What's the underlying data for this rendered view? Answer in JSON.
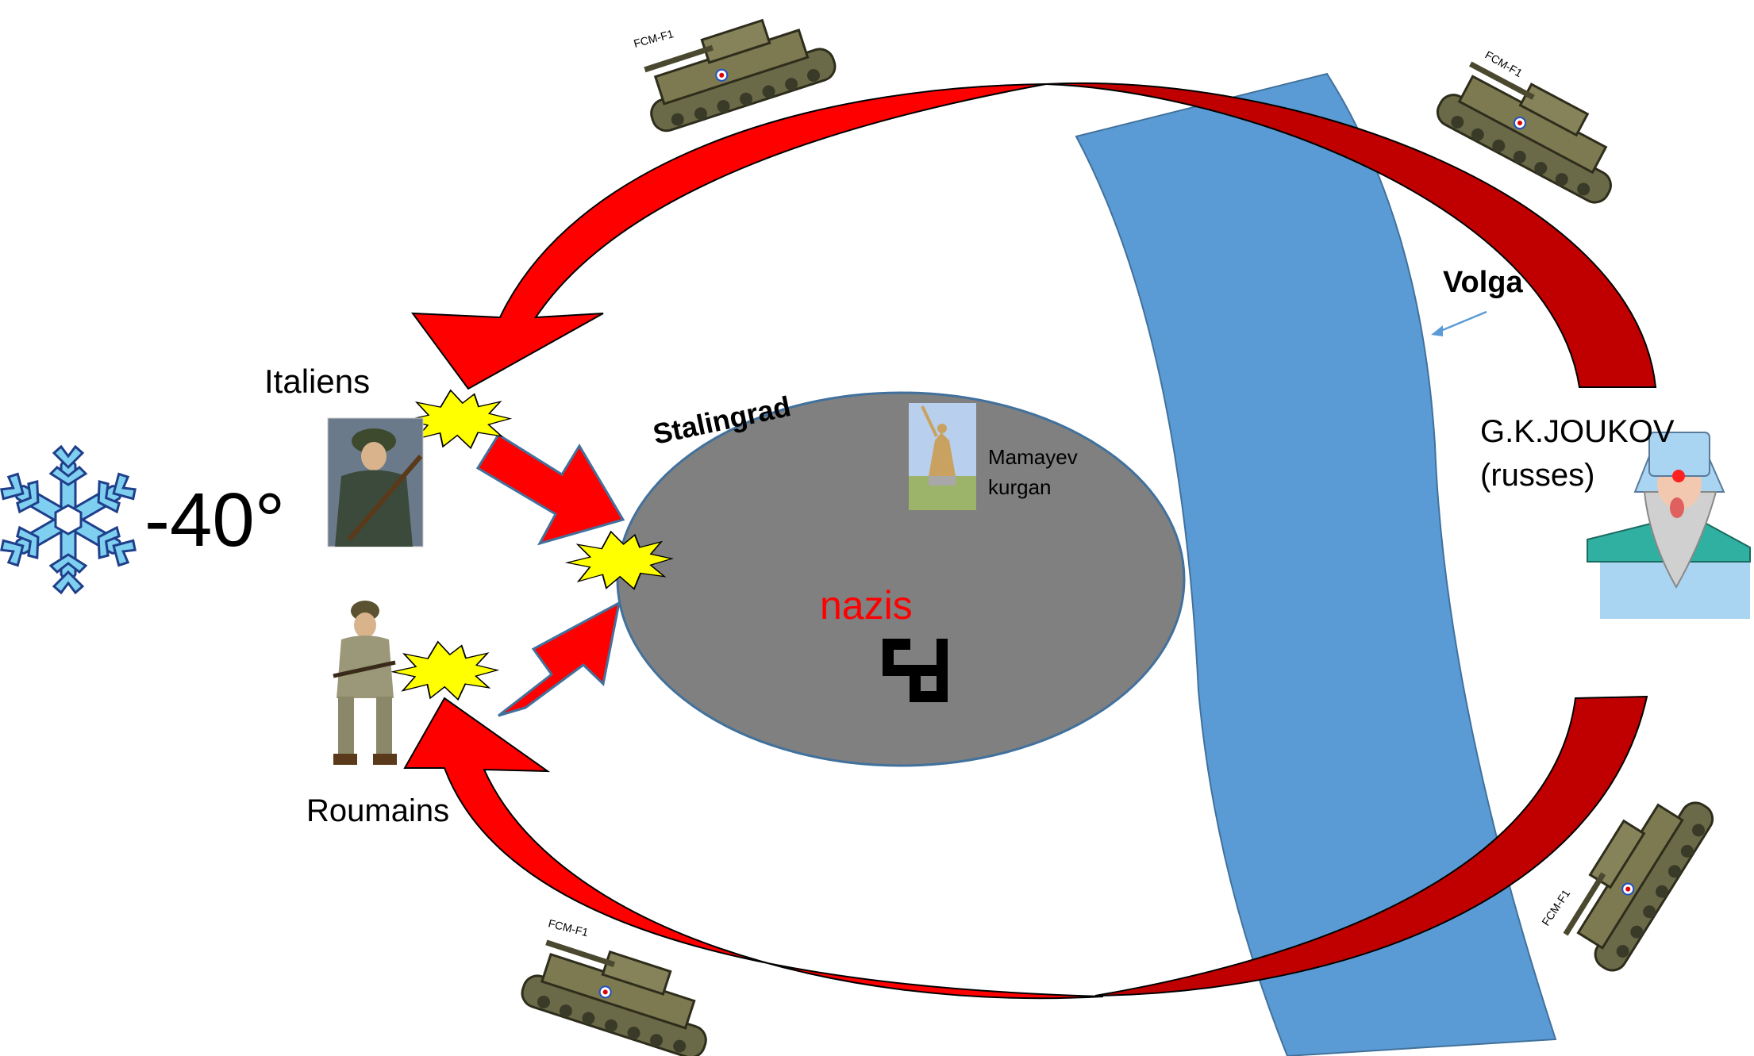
{
  "labels": {
    "italiens": "Italiens",
    "roumains": "Roumains",
    "temperature": "-40°",
    "stalingrad": "Stalingrad",
    "mamayev_line1": "Mamayev",
    "mamayev_line2": "kurgan",
    "nazis": "nazis",
    "volga": "Volga",
    "joukov_line1": "G.K.JOUKOV",
    "joukov_line2": "(russes)",
    "tank": "FCM-F1"
  },
  "icons": {
    "snowflake": "snowflake-icon",
    "swastika": "swastika-symbol",
    "explosion": "explosion-icon",
    "tank": "tank-icon",
    "statue": "statue-image",
    "soldier": "soldier-image",
    "joukov": "joukov-caricature"
  },
  "colors": {
    "arrow_red": "#ff0000",
    "arrow_dark_red": "#c00000",
    "river": "#5b9bd5",
    "city": "#808080",
    "nazis_text": "#ff0000",
    "explosion": "#ffff00",
    "snowflake": "#7fd0f0"
  }
}
